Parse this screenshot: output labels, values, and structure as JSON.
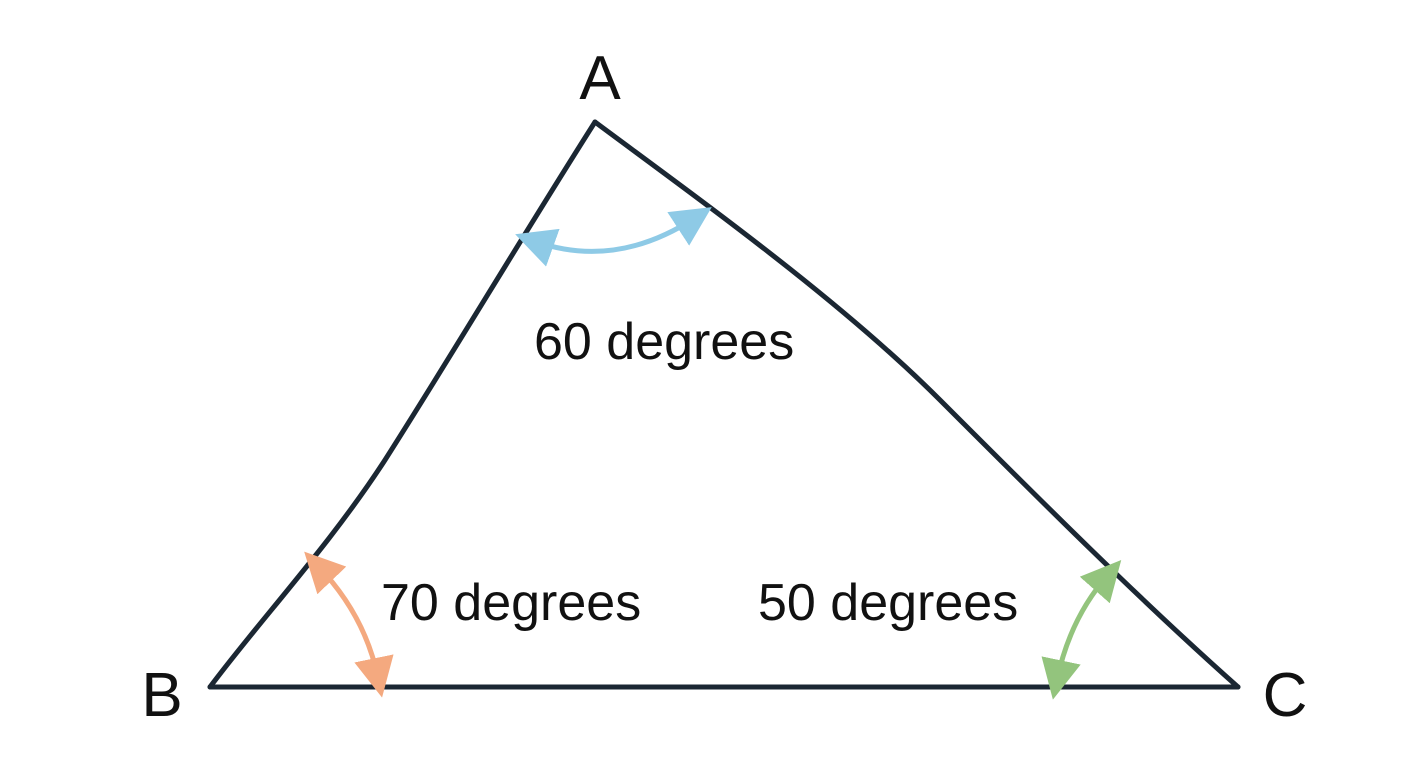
{
  "diagram": {
    "vertices": {
      "a": {
        "label": "A"
      },
      "b": {
        "label": "B"
      },
      "c": {
        "label": "C"
      }
    },
    "angles": {
      "a": {
        "label": "60 degrees",
        "color": "#8ecae6"
      },
      "b": {
        "label": "70 degrees",
        "color": "#f4a97f"
      },
      "c": {
        "label": "50 degrees",
        "color": "#93c47d"
      }
    },
    "edge_color": "#1b2733"
  }
}
